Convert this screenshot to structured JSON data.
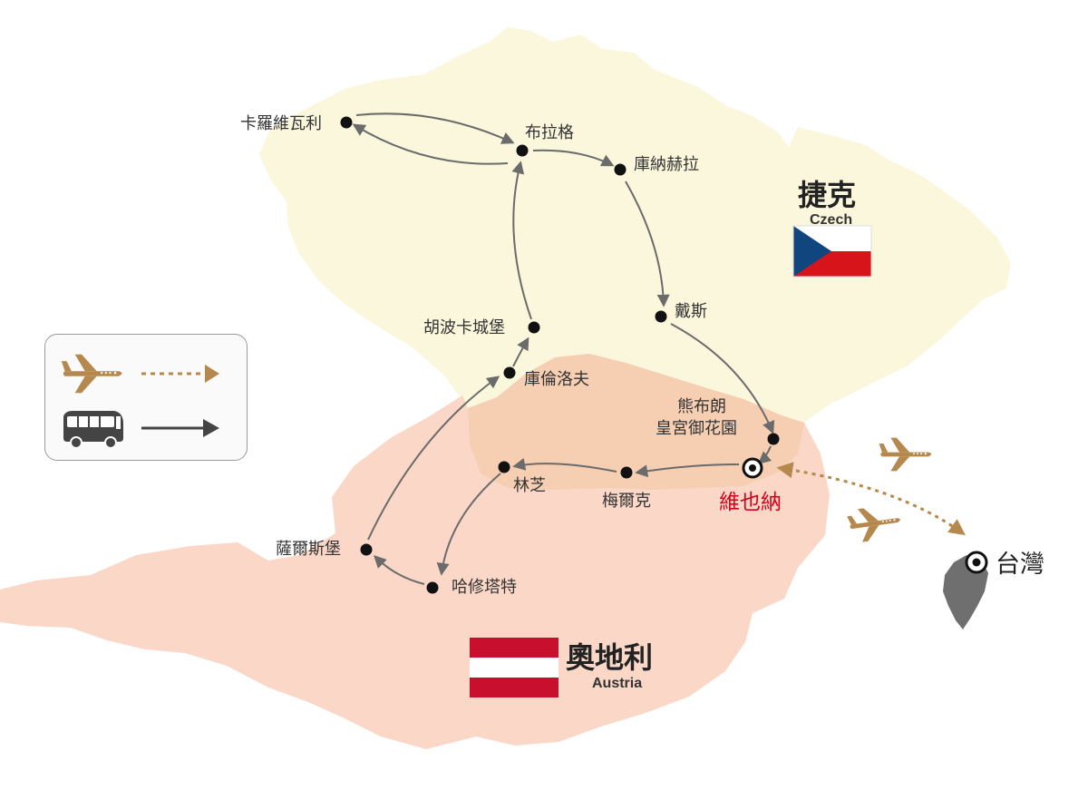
{
  "countries": {
    "czech": {
      "name": "捷克",
      "english": "Czech"
    },
    "austria": {
      "name": "奧地利",
      "english": "Austria"
    }
  },
  "capital": {
    "name": "維也納"
  },
  "home": {
    "name": "台灣"
  },
  "cities": {
    "karlovy_vary": "卡羅維瓦利",
    "prague": "布拉格",
    "kutna_hora": "庫納赫拉",
    "telc": "戴斯",
    "hluboka": "胡波卡城堡",
    "cesky_krumlov": "庫倫洛夫",
    "schonbrunn_line1": "熊布朗",
    "schonbrunn_line2": "皇宮御花園",
    "melk": "梅爾克",
    "linz": "林芝",
    "salzburg": "薩爾斯堡",
    "hallstatt": "哈修塔特"
  },
  "legend": {
    "items": [
      {
        "icon": "airplane-icon",
        "line_style": "dashed",
        "color": "#b5894d"
      },
      {
        "icon": "bus-icon",
        "line_style": "solid",
        "color": "#444444"
      }
    ]
  },
  "colors": {
    "czech_fill": "#fbf7dc",
    "austria_fill": "#fad7c7",
    "overlap_fill": "#f6cfb3",
    "route_solid": "#6b6b6b",
    "route_flight": "#b5894d",
    "capital_text": "#d6001c",
    "taiwan_fill": "#6f6f6f"
  }
}
